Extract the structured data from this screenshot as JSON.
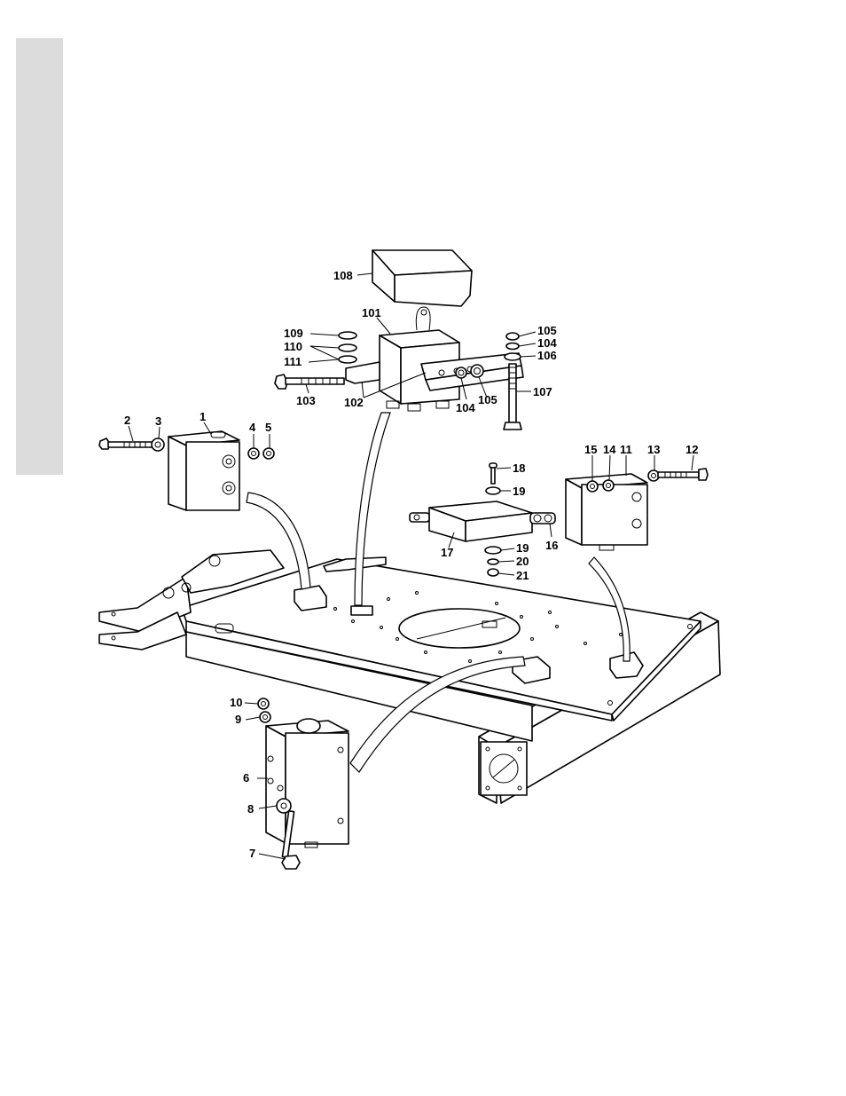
{
  "labels": {
    "l1": "1",
    "l2": "2",
    "l3": "3",
    "l4": "4",
    "l5": "5",
    "l6": "6",
    "l7": "7",
    "l8": "8",
    "l9": "9",
    "l10": "10",
    "l11": "11",
    "l12": "12",
    "l13": "13",
    "l14": "14",
    "l15": "15",
    "l16": "16",
    "l17": "17",
    "l18": "18",
    "l19a": "19",
    "l19b": "19",
    "l20": "20",
    "l21": "21",
    "l101": "101",
    "l102": "102",
    "l103": "103",
    "l104a": "104",
    "l104b": "104",
    "l105a": "105",
    "l105b": "105",
    "l106": "106",
    "l107": "107",
    "l108": "108",
    "l109": "109",
    "l110": "110",
    "l111": "111"
  },
  "colors": {
    "side_tab": "#dcdcdc",
    "line": "#000000",
    "paper": "#ffffff"
  }
}
